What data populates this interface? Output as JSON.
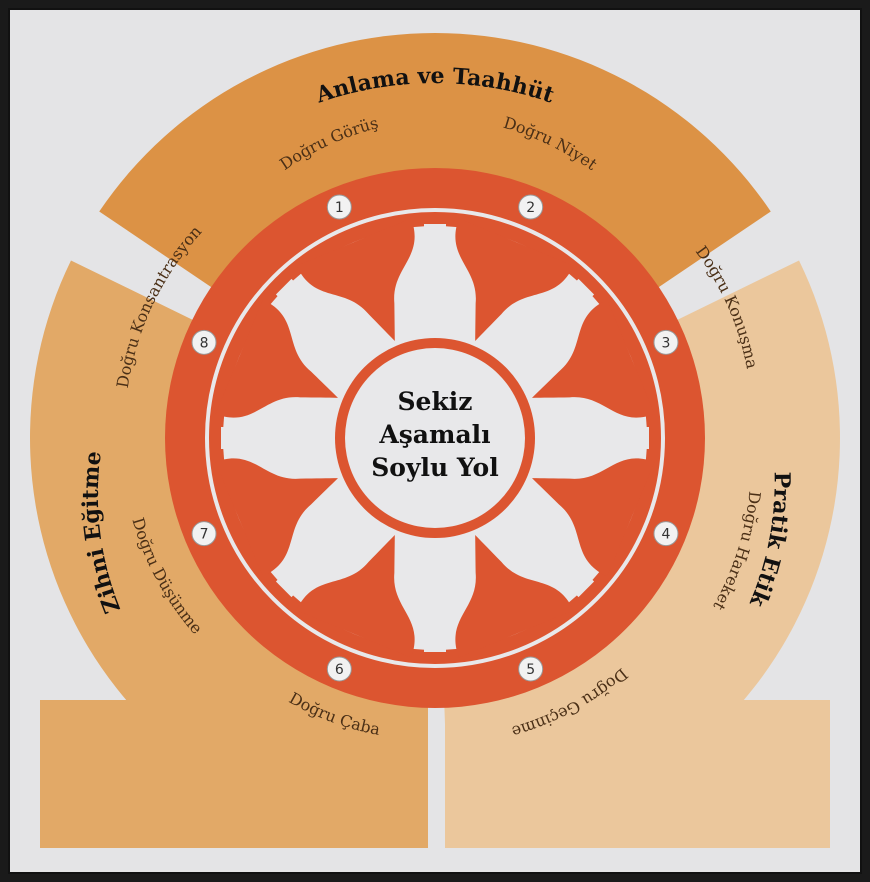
{
  "colors": {
    "background": "#e4e4e6",
    "outer_top": "#dc9245",
    "outer_left": "#e2a967",
    "outer_right": "#ebc79c",
    "outer_bottom_left": "#e6b47c",
    "outer_bottom_right": "#efcda5",
    "wheel": "#dc5530",
    "light": "#e8e8ea"
  },
  "section_titles": {
    "top": "Anlama ve Taahhüt",
    "left": "Zihni Eğitme",
    "right": "Pratik Etik"
  },
  "segments": [
    {
      "number": "1",
      "label": "Doğru Görüş"
    },
    {
      "number": "2",
      "label": "Doğru Niyet"
    },
    {
      "number": "3",
      "label": "Doğru Konuşma"
    },
    {
      "number": "4",
      "label": "Doğru Hareket"
    },
    {
      "number": "5",
      "label": "Doğru Geçinme"
    },
    {
      "number": "6",
      "label": "Doğru Çaba"
    },
    {
      "number": "7",
      "label": "Doğru Düşünme"
    },
    {
      "number": "8",
      "label": "Doğru Konsantrasyon"
    }
  ],
  "center": {
    "line1": "Sekiz",
    "line2": "Aşamalı",
    "line3": "Soylu Yol"
  }
}
